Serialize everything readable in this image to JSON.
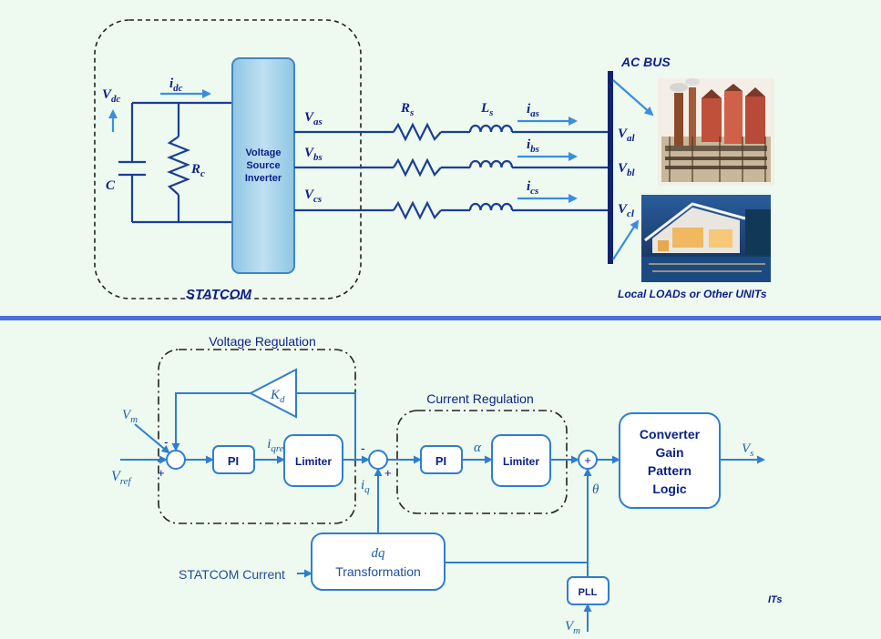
{
  "top": {
    "vdc": "V",
    "vdc_sub": "dc",
    "idc": "i",
    "idc_sub": "dc",
    "c": "C",
    "rc": "R",
    "rc_sub": "c",
    "vsi": [
      "Voltage",
      "Source",
      "Inverter"
    ],
    "vas": "V",
    "vas_sub": "as",
    "vbs": "V",
    "vbs_sub": "bs",
    "vcs": "V",
    "vcs_sub": "cs",
    "rs": "R",
    "rs_sub": "s",
    "ls": "L",
    "ls_sub": "s",
    "ias": "i",
    "ias_sub": "as",
    "ibs": "i",
    "ibs_sub": "bs",
    "ics": "i",
    "ics_sub": "cs",
    "ac_bus": "AC BUS",
    "val": "V",
    "val_sub": "al",
    "vbl": "V",
    "vbl_sub": "bl",
    "vcl": "V",
    "vcl_sub": "cl",
    "statcom": "STATCOM",
    "loads": "Local LOADs or Other UNITs"
  },
  "bottom": {
    "voltage_regulation": "Voltage Regulation",
    "current_regulation": "Current Regulation",
    "kd": "K",
    "kd_sub": "d",
    "vm": "V",
    "vm_sub": "m",
    "vref": "V",
    "vref_sub": "ref",
    "minus1": "-",
    "plus1": "+",
    "pi1": "PI",
    "iqref": "i",
    "iqref_sub": "qref",
    "limiter1": "Limiter",
    "minus2": "-",
    "plus2": "+",
    "iq": "i",
    "iq_sub": "q",
    "pi2": "PI",
    "alpha": "α",
    "limiter2": "Limiter",
    "plus3": "+",
    "theta": "θ",
    "converter": [
      "Converter",
      "Gain",
      "Pattern",
      "Logic"
    ],
    "vs": "V",
    "vs_sub": "s",
    "dq": "dq",
    "transformation": "Transformation",
    "statcom_current": "STATCOM Current",
    "pll": "PLL",
    "vm2": "V",
    "vm2_sub": "m",
    "its": "ITs"
  },
  "colors": {
    "background": "#eef9ef",
    "wire": "#1a3f96",
    "block_stroke": "#2e7ed0",
    "separator": "#4a6fe0",
    "vsi_fill": "#a9d4ea"
  }
}
